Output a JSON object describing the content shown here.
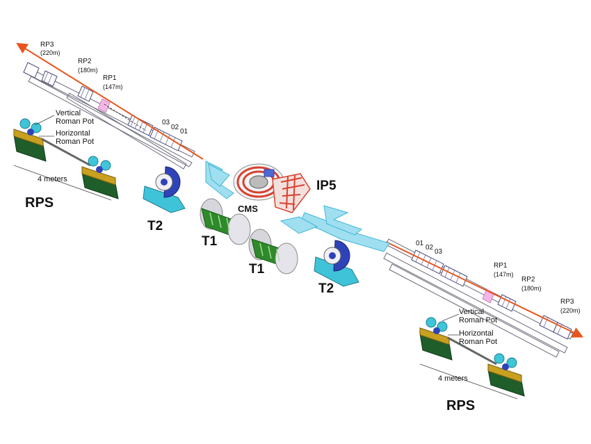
{
  "labels": {
    "ip5": "IP5",
    "cms": "CMS",
    "t2_left": "T2",
    "t2_right": "T2",
    "t1_left": "T1",
    "t1_right": "T1",
    "rps_left": "RPS",
    "rps_right": "RPS",
    "four_meters_left": "4 meters",
    "four_meters_right": "4 meters",
    "vertical_rp_left": "Vertical\nRoman Pot",
    "horizontal_rp_left": "Horizontal\nRoman Pot",
    "vertical_rp_right": "Vertical\nRoman Pot",
    "horizontal_rp_right": "Horizontal\nRoman Pot"
  },
  "roman_pots_left": {
    "rp3": "RP3",
    "rp3_dist": "(220m)",
    "rp2": "RP2",
    "rp2_dist": "(180m)",
    "rp1": "RP1",
    "rp1_dist": "(147m)"
  },
  "roman_pots_right": {
    "rp1": "RP1",
    "rp1_dist": "(147m)",
    "rp2": "RP2",
    "rp2_dist": "(180m)",
    "rp3": "RP3",
    "rp3_dist": "(220m)"
  },
  "quadrupoles_left": [
    "03",
    "02",
    "01"
  ],
  "quadrupoles_right": [
    "01",
    "02",
    "03"
  ],
  "colors": {
    "beam": "#e8551c",
    "beampipe_cyan": "#5ec8e6",
    "cms_red": "#d8412f",
    "t2_blue": "#2f43b8",
    "t1_green": "#2e8a2a",
    "rp_yellow": "#c9a020",
    "rp_green_base": "#1f5e2a",
    "rp_cyan": "#3ec6d8",
    "outline": "#6a6a7a"
  }
}
